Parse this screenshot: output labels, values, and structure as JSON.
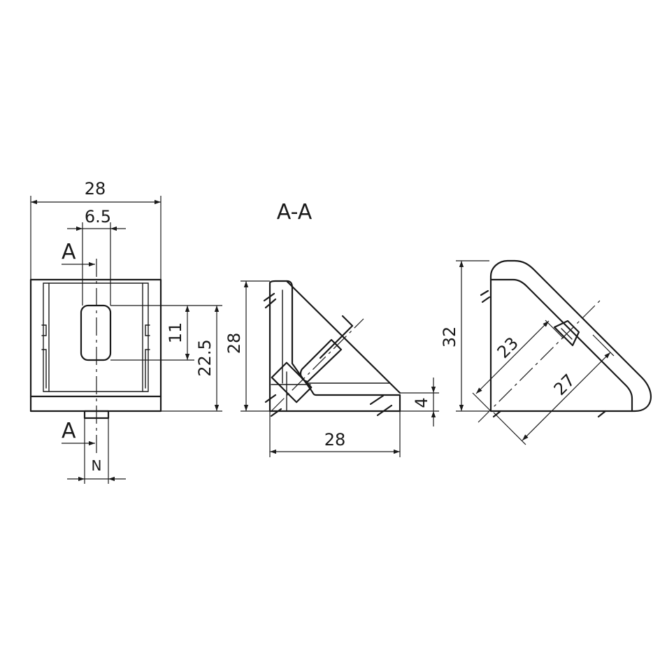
{
  "section_title": "A-A",
  "section_markers": {
    "top": "A",
    "bottom": "A"
  },
  "dimensions": {
    "front_width": "28",
    "slot_width": "6.5",
    "slot_height": "11",
    "slot_offset": "22.5",
    "front_n": "N",
    "section_height": "28",
    "section_width": "28",
    "section_thickness": "4",
    "side_height": "32",
    "side_inner": "23",
    "side_outer": "27"
  },
  "colors": {
    "ink": "#1a1a1a",
    "paper": "#ffffff"
  }
}
